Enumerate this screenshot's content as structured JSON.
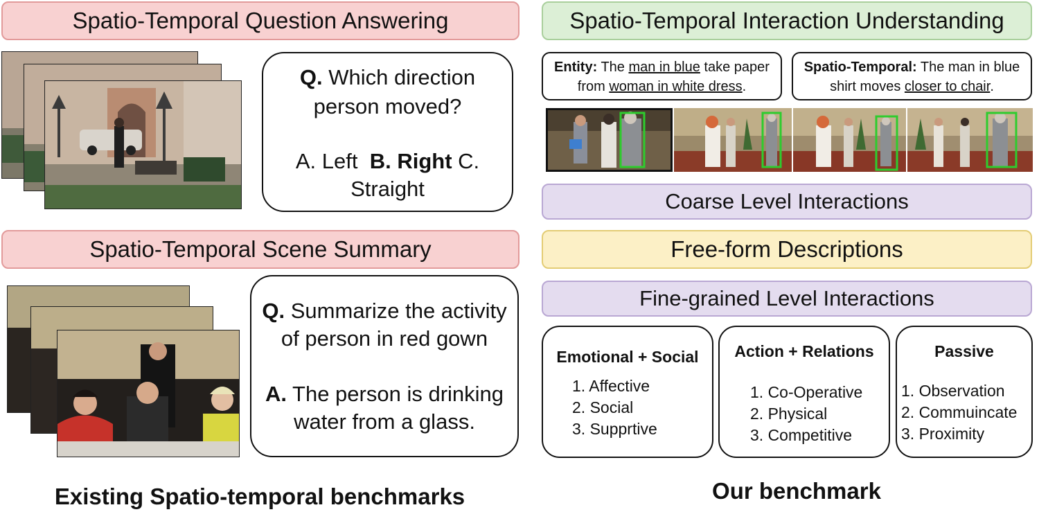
{
  "left": {
    "st_qa": {
      "title": "Spatio-Temporal Question Answering",
      "q_label": "Q.",
      "q_text": " Which direction person moved?",
      "option_a": "A. Left",
      "option_b": "B. Right",
      "option_c": " C. Straight"
    },
    "st_summary": {
      "title": "Spatio-Temporal Scene Summary",
      "q_label": "Q.",
      "q_text": " Summarize the activity of person in red gown",
      "a_label": "A.",
      "a_text": " The person is drinking water from a glass."
    },
    "footer": "Existing Spatio-temporal benchmarks"
  },
  "right": {
    "title": "Spatio-Temporal Interaction Understanding",
    "entity": {
      "label": "Entity:",
      "pre": " The ",
      "u1": "man in blue",
      "mid": " take paper from ",
      "u2": "woman in white dress",
      "end": "."
    },
    "spatiotemporal": {
      "label": "Spatio-Temporal:",
      "pre": " The man in blue shirt moves ",
      "u1": "closer to chair",
      "end": "."
    },
    "coarse": "Coarse Level Interactions",
    "freeform": "Free-form Descriptions",
    "fine": "Fine-grained Level Interactions",
    "categories": [
      {
        "title": "Emotional + Social",
        "items": [
          "1. Affective",
          "2. Social",
          "3. Supprtive"
        ]
      },
      {
        "title": "Action + Relations",
        "items": [
          "1. Co-Operative",
          "2. Physical",
          "3. Competitive"
        ]
      },
      {
        "title": "Passive",
        "items": [
          "1. Observation",
          "2. Commuincate",
          "3. Proximity"
        ]
      }
    ],
    "footer": "Our benchmark"
  },
  "colors": {
    "red_banner": "#f8d1d1",
    "green_banner": "#dcefd6",
    "purple_banner": "#e4dcef",
    "yellow_banner": "#fcf0c6",
    "bbox_green": "#2ecc2e"
  }
}
